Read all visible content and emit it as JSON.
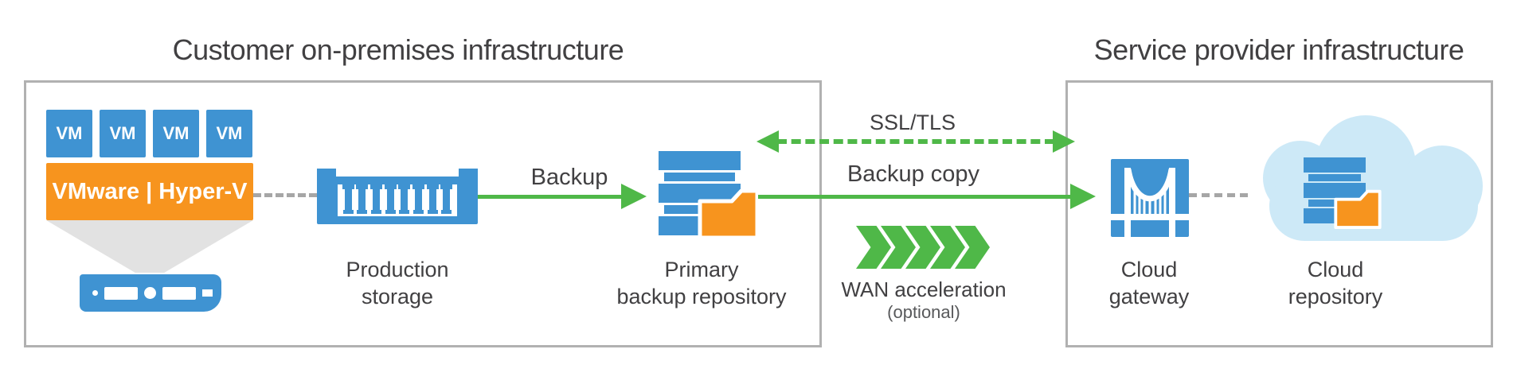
{
  "palette": {
    "blue": "#3f93d2",
    "orange": "#f7941e",
    "green": "#4fb848",
    "cloud_blue": "#cde9f7",
    "text_gray": "#414042",
    "box_border_gray": "#b1b1b1"
  },
  "titles": {
    "customer": "Customer on-premises infrastructure",
    "provider": "Service provider infrastructure"
  },
  "onprem": {
    "vms": [
      "VM",
      "VM",
      "VM",
      "VM"
    ],
    "hypervisor": "VMware | Hyper-V",
    "production_storage": {
      "line1": "Production",
      "line2": "storage"
    },
    "primary_repository": {
      "line1": "Primary",
      "line2": "backup repository"
    }
  },
  "provider": {
    "cloud_gateway": {
      "line1": "Cloud",
      "line2": "gateway"
    },
    "cloud_repository": {
      "line1": "Cloud",
      "line2": "repository"
    }
  },
  "connections": {
    "backup": "Backup",
    "backup_copy": "Backup copy",
    "ssl_tls": "SSL/TLS",
    "wan_acceleration": "WAN acceleration",
    "wan_optional": "(optional)"
  }
}
